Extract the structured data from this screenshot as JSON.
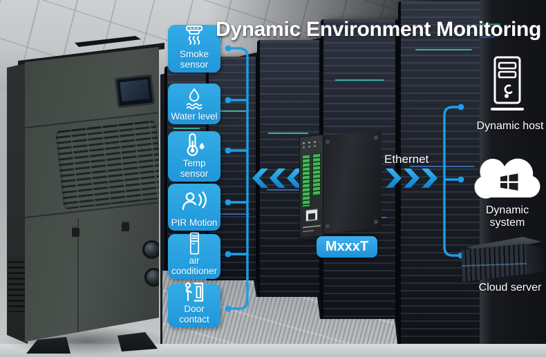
{
  "title": "Dynamic Environment Monitoring",
  "colors": {
    "accent_blue": "#2AA4E2",
    "connector_blue": "#1B9FE8",
    "title_text": "#FFFFFF"
  },
  "sensors": [
    {
      "label": "Smoke sensor",
      "icon": "smoke-sensor-icon"
    },
    {
      "label": "Water level",
      "icon": "water-level-icon"
    },
    {
      "label": "Temp sensor",
      "icon": "temp-sensor-icon"
    },
    {
      "label": "PIR Motion",
      "icon": "pir-motion-icon"
    },
    {
      "label": "air conditioner",
      "icon": "air-conditioner-icon"
    },
    {
      "label": "Door contact",
      "icon": "door-contact-icon"
    }
  ],
  "gateway": {
    "model": "MxxxT"
  },
  "link": {
    "label": "Ethernet"
  },
  "endpoints": [
    {
      "label": "Dynamic host",
      "icon": "host-tower-icon"
    },
    {
      "label": "Dynamic system",
      "icon": "cloud-windows-icon"
    },
    {
      "label": "Cloud server",
      "icon": "blade-server-icon"
    }
  ]
}
